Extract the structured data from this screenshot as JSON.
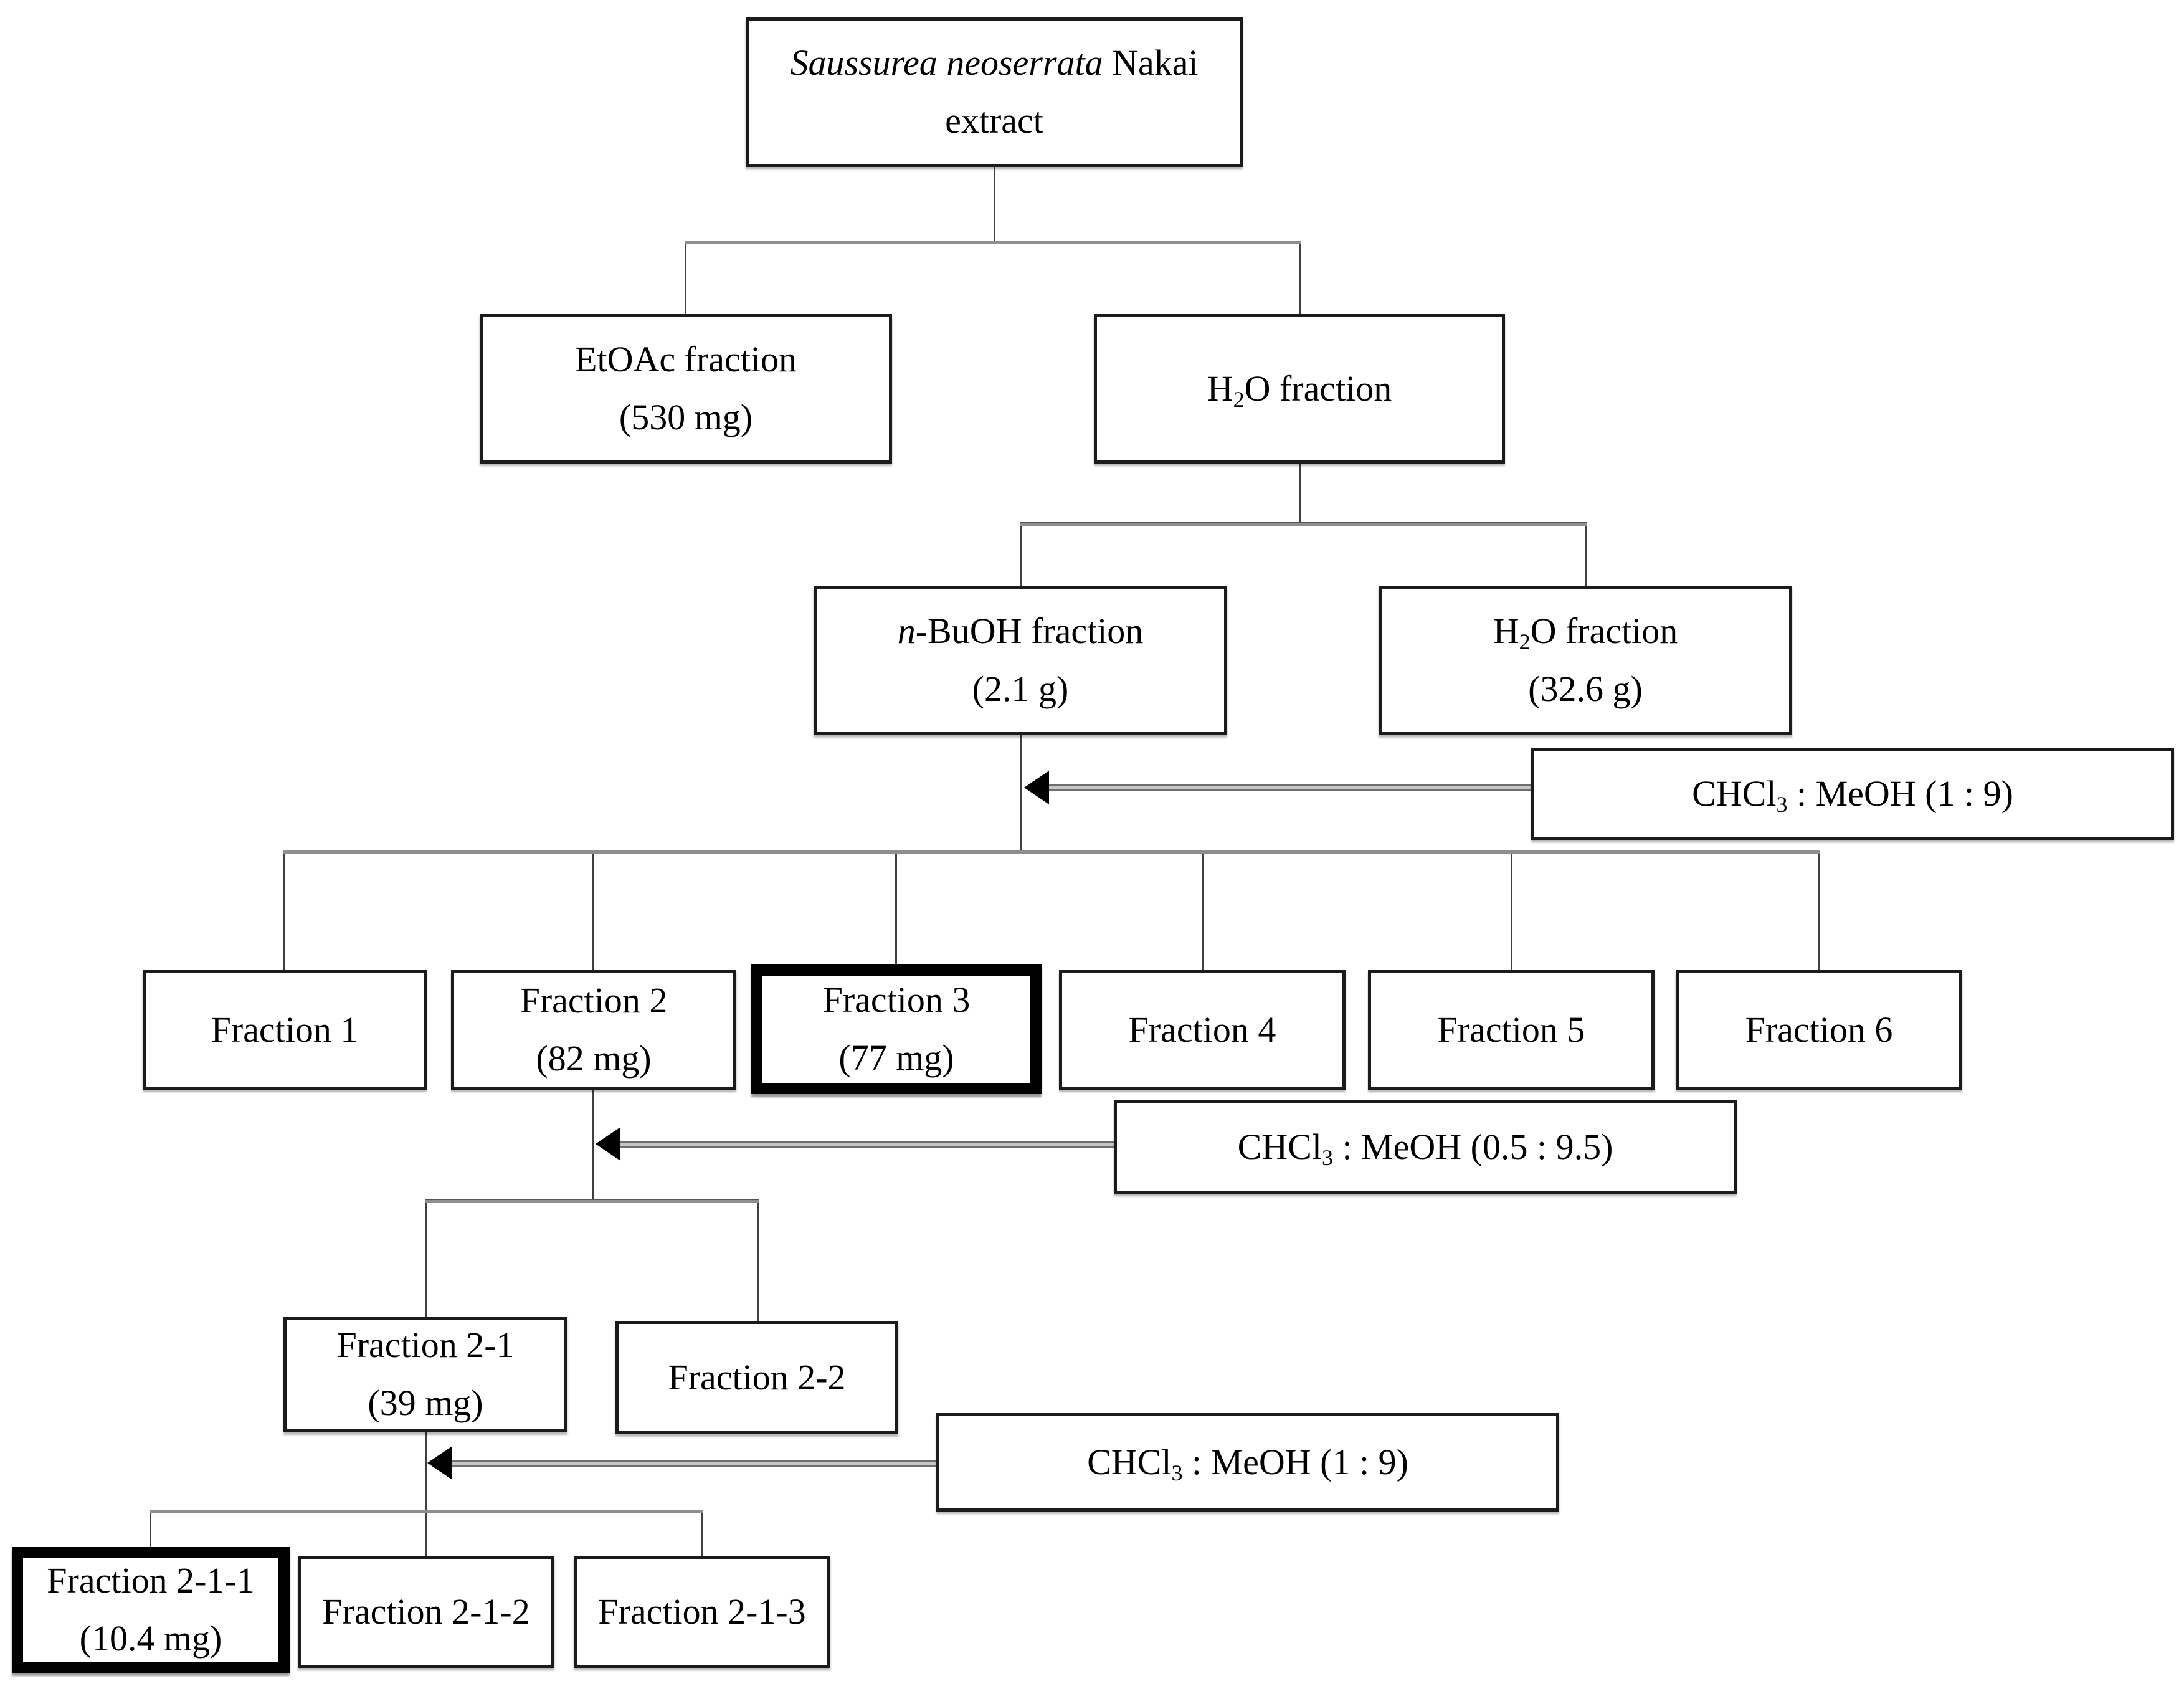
{
  "diagram": {
    "title_box": {
      "species_italic": "Saussurea neoserrata",
      "species_rest": " Nakai",
      "line2": "extract"
    },
    "etoac": {
      "line1": "EtOAc fraction",
      "line2": "(530 mg)"
    },
    "h2o_1": {
      "pre": "H",
      "sub": "2",
      "post": "O fraction"
    },
    "nbuoh": {
      "pre_italic": "n",
      "rest": "-BuOH fraction",
      "line2": "(2.1 g)"
    },
    "h2o_2": {
      "pre": "H",
      "sub": "2",
      "post": "O fraction",
      "line2": "(32.6 g)"
    },
    "solvent_1": {
      "pre": "CHCl",
      "sub": "3",
      "post": " : MeOH (1 : 9)"
    },
    "f1": {
      "line1": "Fraction 1"
    },
    "f2": {
      "line1": "Fraction 2",
      "line2": "(82 mg)"
    },
    "f3": {
      "line1": "Fraction 3",
      "line2": "(77 mg)"
    },
    "f4": {
      "line1": "Fraction 4"
    },
    "f5": {
      "line1": "Fraction 5"
    },
    "f6": {
      "line1": "Fraction 6"
    },
    "solvent_2": {
      "pre": "CHCl",
      "sub": "3",
      "post": " : MeOH (0.5 : 9.5)"
    },
    "f2_1": {
      "line1": "Fraction 2-1",
      "line2": "(39 mg)"
    },
    "f2_2": {
      "line1": "Fraction 2-2"
    },
    "solvent_3": {
      "pre": "CHCl",
      "sub": "3",
      "post": " : MeOH (1 : 9)"
    },
    "f2_1_1": {
      "line1": "Fraction 2-1-1",
      "line2": "(10.4 mg)"
    },
    "f2_1_2": {
      "line1": "Fraction 2-1-2"
    },
    "f2_1_3": {
      "line1": "Fraction 2-1-3"
    }
  },
  "colors": {
    "background": "#ffffff",
    "text": "#000000",
    "box_border": "#1b1b1b",
    "highlight_border": "#000000",
    "connector": "#6e6e6e"
  }
}
